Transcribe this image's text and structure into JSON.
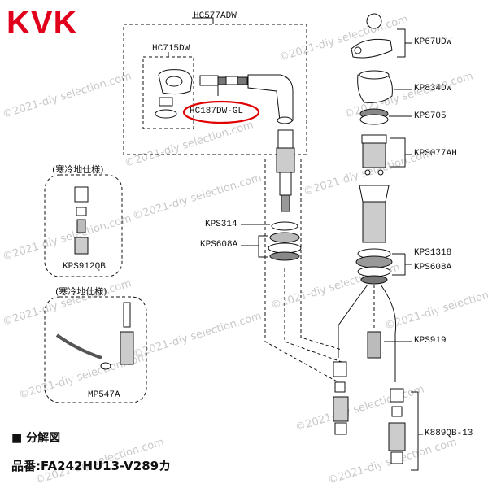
{
  "brand": "KVK",
  "labels": {
    "hc577adw": "HC577ADW",
    "hc715dw": "HC715DW",
    "hc187dw": "HC187DW-GL",
    "kp67udw": "KP67UDW",
    "kp834dw": "KP834DW",
    "kps705": "KPS705",
    "kps077ah": "KPS077AH",
    "kps314": "KPS314",
    "kps608a_left": "KPS608A",
    "kps1318": "KPS1318",
    "kps608a_right": "KPS608A",
    "kps919": "KPS919",
    "k889qb13": "K889QB-13",
    "kps912qb": "KPS912QB",
    "mp547a": "MP547A"
  },
  "cold_region_1": "(寒冷地仕様)",
  "cold_region_2": "(寒冷地仕様)",
  "caption_title": "■ 分解図",
  "caption_product": "品番:FA242HU13-V289カ",
  "watermark": "©2021-diy selection.com",
  "colors": {
    "brand_red": "#e0001b",
    "highlight_red": "#e00000",
    "watermark": "#c9c9c9"
  }
}
